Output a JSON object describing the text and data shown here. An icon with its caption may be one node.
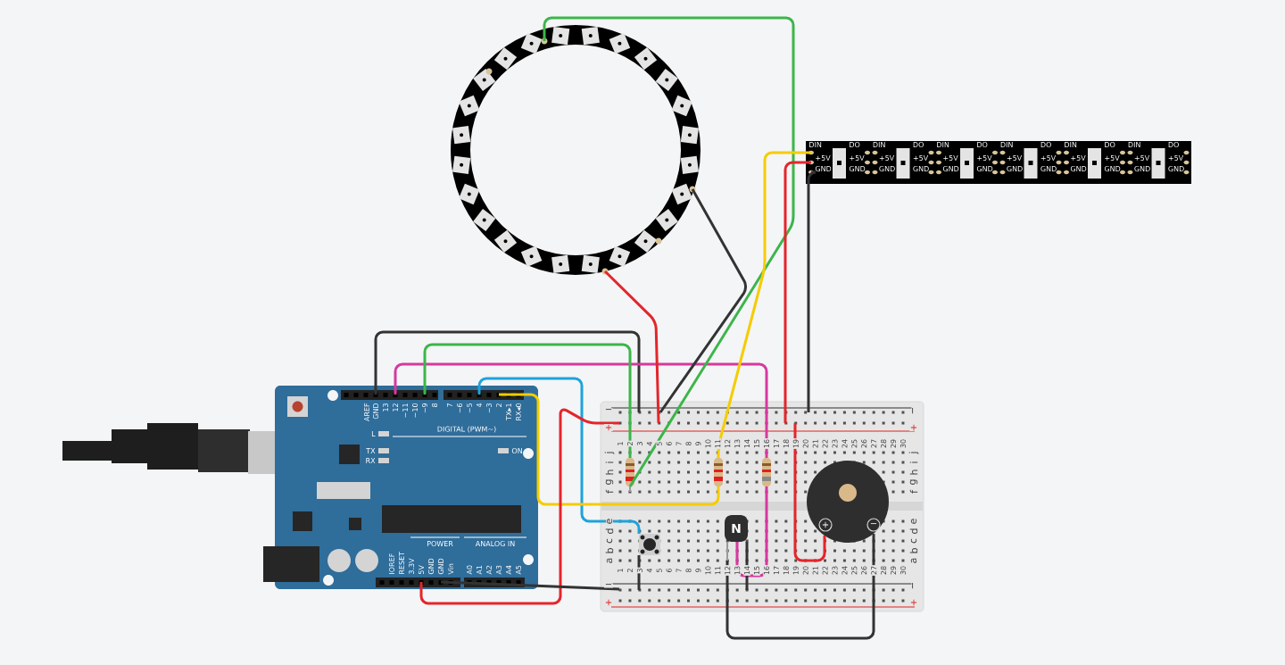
{
  "diagram": {
    "nodes": [
      {
        "text": [
          "AREF",
          "GND",
          "13",
          "12",
          "~11",
          "~10",
          "~9",
          "8",
          "7",
          "~6",
          "~5",
          "4",
          "~3",
          "2",
          "TX▸1",
          "RX◂0",
          "DIGITAL (PWM~)",
          "L",
          "TX",
          "RX",
          "ON",
          "POWER",
          "ANALOG IN",
          "IOREF",
          "RESET",
          "3.3V",
          "5V",
          "GND",
          "GND",
          "Vin",
          "A0",
          "A1",
          "A2",
          "A3",
          "A4",
          "A5"
        ]
      },
      {
        "text": [],
        "shape": "circle"
      },
      {
        "text": [
          "DIN",
          "+5V",
          "GND",
          "DO",
          "+5V",
          "GND",
          "DIN",
          "+5V",
          "GND",
          "DO",
          "+5V",
          "GND",
          "DIN",
          "+5V",
          "GND",
          "DO",
          "+5V",
          "GND",
          "DIN",
          "+5V",
          "GND",
          "DO",
          "+5V",
          "GND",
          "DIN",
          "+5V",
          "GND",
          "DO",
          "+5V",
          "GND",
          "DIN",
          "+5V",
          "GND",
          "DO",
          "+5V",
          "GND"
        ]
      },
      {
        "text": [
          "−",
          "−",
          "+",
          "+",
          "1",
          "2",
          "3",
          "4",
          "5",
          "6",
          "7",
          "8",
          "9",
          "10",
          "11",
          "12",
          "13",
          "14",
          "15",
          "16",
          "17",
          "18",
          "19",
          "20",
          "21",
          "22",
          "23",
          "24",
          "25",
          "26",
          "27",
          "28",
          "29",
          "30",
          "j",
          "i",
          "h",
          "g",
          "f",
          "j",
          "i",
          "h",
          "g",
          "f",
          "e",
          "d",
          "c",
          "b",
          "a",
          "e",
          "d",
          "c",
          "b",
          "a",
          "1",
          "2",
          "3",
          "4",
          "5",
          "6",
          "7",
          "8",
          "9",
          "10",
          "11",
          "12",
          "13",
          "14",
          "15",
          "16",
          "17",
          "18",
          "19",
          "20",
          "21",
          "22",
          "23",
          "24",
          "25",
          "26",
          "27",
          "28",
          "29",
          "30",
          "−",
          "−",
          "+",
          "+"
        ]
      },
      {
        "text": [],
        "shape": "resistor",
        "in": 3
      },
      {
        "text": [],
        "shape": "resistor",
        "in": 3
      },
      {
        "text": [],
        "shape": "resistor",
        "in": 3
      },
      {
        "text": [],
        "shape": "box",
        "in": 3
      },
      {
        "text": [
          "N"
        ],
        "in": 3
      },
      {
        "text": [
          "+",
          "−"
        ],
        "in": 3
      }
    ],
    "edges": [
      {
        "from": 0,
        "to": 3,
        "arrow": "none",
        "color": "#333333"
      },
      {
        "from": 0,
        "to": 6,
        "arrow": "none",
        "color": "#d6399f"
      },
      {
        "from": 0,
        "to": 4,
        "arrow": "none",
        "color": "#3cb54a"
      },
      {
        "from": 0,
        "to": 7,
        "arrow": "none",
        "color": "#1ea3dc"
      },
      {
        "from": 0,
        "to": 5,
        "arrow": "none",
        "color": "#f5cc00"
      },
      {
        "from": 0,
        "to": 3,
        "arrow": "none",
        "color": "#e3262b"
      },
      {
        "from": 0,
        "to": 3,
        "arrow": "none",
        "color": "#333333"
      },
      {
        "from": 1,
        "to": 4,
        "arrow": "none",
        "color": "#3cb54a"
      },
      {
        "from": 1,
        "to": 3,
        "arrow": "none",
        "color": "#e3262b"
      },
      {
        "from": 1,
        "to": 3,
        "arrow": "none",
        "color": "#333333"
      },
      {
        "from": 2,
        "to": 5,
        "arrow": "none",
        "color": "#f5cc00"
      },
      {
        "from": 2,
        "to": 3,
        "arrow": "none",
        "color": "#e3262b"
      },
      {
        "from": 2,
        "to": 3,
        "arrow": "none",
        "color": "#333333"
      },
      {
        "from": 6,
        "to": 8,
        "arrow": "none",
        "color": "#d6399f"
      },
      {
        "from": 3,
        "to": 9,
        "arrow": "none",
        "color": "#e3262b"
      },
      {
        "from": 8,
        "to": 9,
        "arrow": "none",
        "color": "#333333"
      },
      {
        "from": 8,
        "to": 3,
        "arrow": "none",
        "color": "#333333"
      },
      {
        "from": 7,
        "to": 3,
        "arrow": "none",
        "color": "#333333"
      }
    ]
  }
}
